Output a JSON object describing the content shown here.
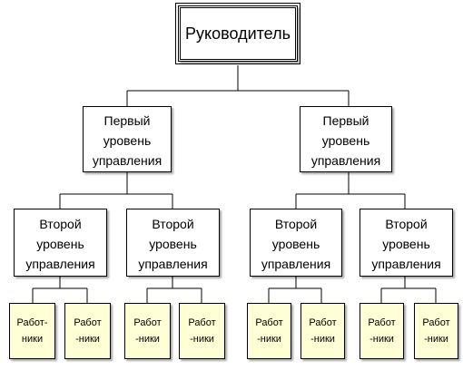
{
  "chart": {
    "root": "Руководитель",
    "level1": [
      "Первый\nуровень\nуправления",
      "Первый\nуровень\nуправления"
    ],
    "level2": [
      "Второй\nуровень\nуправления",
      "Второй\nуровень\nуправления",
      "Второй\nуровень\nуправления",
      "Второй\nуровень\nуправления"
    ],
    "workers": [
      "Работ-\nники",
      "Работ\n-ники",
      "Работ\n-ники",
      "Работ\n-ники",
      "Работ\n-ники",
      "Работ\n-ники",
      "Работ\n-ники",
      "Работ\n-ники"
    ]
  },
  "colors": {
    "line": "#000000",
    "worker_fill": "#ffffd6",
    "box_fill": "#ffffff"
  }
}
